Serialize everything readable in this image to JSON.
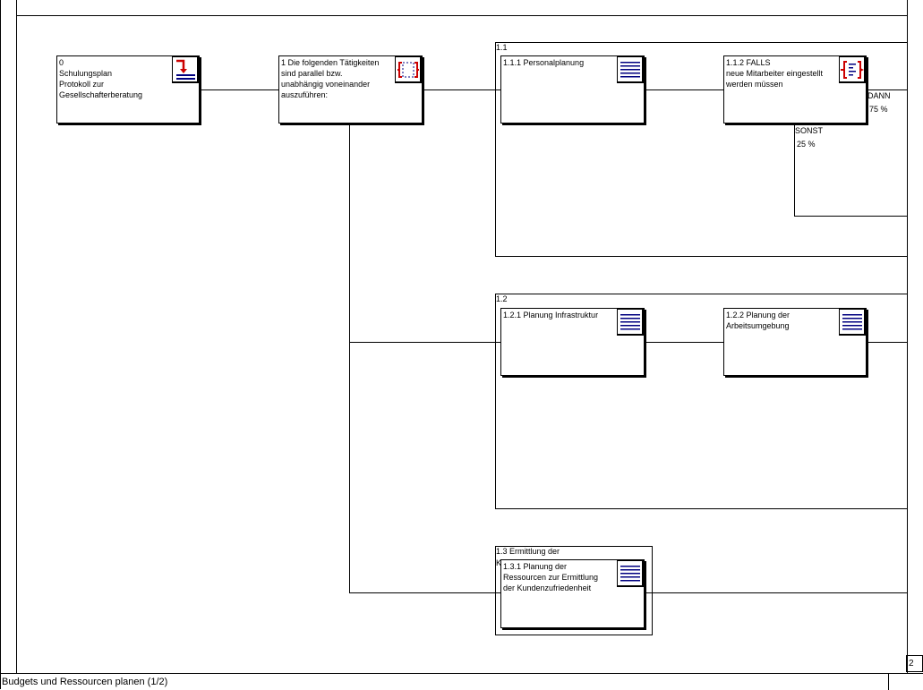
{
  "footer": {
    "title": "Budgets und Ressourcen planen (1/2)"
  },
  "page_number": "2",
  "nodes": {
    "n0": {
      "id": "0",
      "text": "Schulungsplan\nProtokoll zur\nGesellschafterberatung",
      "icon": "start-icon"
    },
    "n1": {
      "text": "1 Die folgenden Tätigkeiten\nsind parallel bzw.\nunabhängig voneinander\nauszuführen:",
      "icon": "parallel-icon"
    },
    "n111": {
      "text": "1.1.1 Personalplanung",
      "icon": "document-icon"
    },
    "n112": {
      "text": "1.1.2 FALLS\nneue Mitarbeiter eingestellt\nwerden müssen",
      "icon": "condition-icon"
    },
    "n121": {
      "text": "1.2.1 Planung Infrastruktur",
      "icon": "document-icon"
    },
    "n122": {
      "text": "1.2.2 Planung der\nArbeitsumgebung",
      "icon": "document-icon"
    },
    "n131": {
      "text": "1.3.1 Planung der\nRessourcen zur Ermittlung\nder Kundenzufriedenheit",
      "icon": "document-icon"
    }
  },
  "frames": {
    "f11": {
      "label": "1.1"
    },
    "f12": {
      "label": "1.2"
    },
    "f13": {
      "label": "1.3 Ermittlung der",
      "label2": "K"
    }
  },
  "branches": {
    "dann": {
      "label": "DANN",
      "percent": "75 %"
    },
    "sonst": {
      "label": "SONST",
      "percent": "25 %"
    }
  },
  "colors": {
    "icon_red": "#cc0000",
    "icon_blue": "#000080",
    "line": "#000000"
  }
}
